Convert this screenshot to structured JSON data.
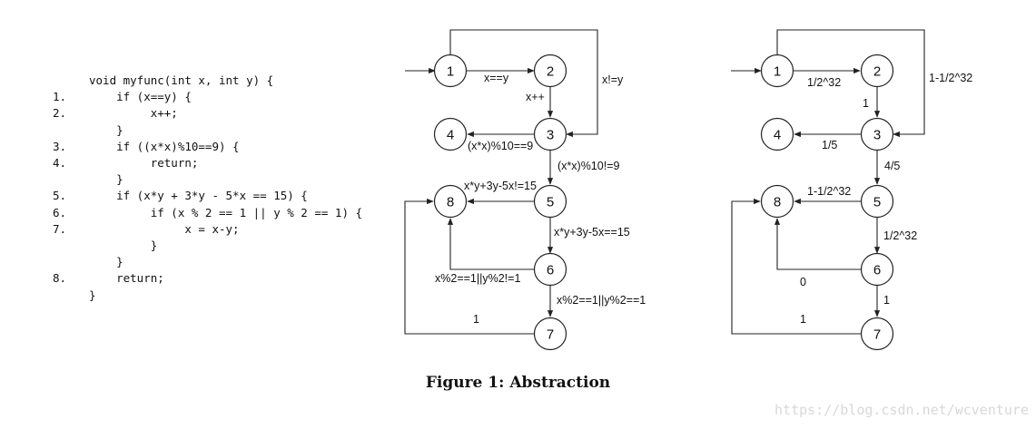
{
  "code": {
    "lines": [
      {
        "num": "",
        "text": "void myfunc(int x, int y) {"
      },
      {
        "num": "1.",
        "text": "    if (x==y) {"
      },
      {
        "num": "2.",
        "text": "         x++;"
      },
      {
        "num": "",
        "text": "    }"
      },
      {
        "num": "3.",
        "text": "    if ((x*x)%10==9) {"
      },
      {
        "num": "4.",
        "text": "         return;"
      },
      {
        "num": "",
        "text": "    }"
      },
      {
        "num": "5.",
        "text": "    if (x*y + 3*y - 5*x == 15) {"
      },
      {
        "num": "6.",
        "text": "         if (x % 2 == 1 || y % 2 == 1) {"
      },
      {
        "num": "7.",
        "text": "              x = x-y;"
      },
      {
        "num": "",
        "text": "         }"
      },
      {
        "num": "",
        "text": "    }"
      },
      {
        "num": "8.",
        "text": "    return;"
      },
      {
        "num": "",
        "text": "}"
      }
    ]
  },
  "graph_left": {
    "nodes": {
      "n1": "1",
      "n2": "2",
      "n3": "3",
      "n4": "4",
      "n5": "5",
      "n6": "6",
      "n7": "7",
      "n8": "8"
    },
    "edge_labels": {
      "e12": "x==y",
      "e1_3": "x!=y",
      "e23": "x++",
      "e34": "(x*x)%10==9",
      "e35": "(x*x)%10!=9",
      "e58": "x*y+3y-5x!=15",
      "e56": "x*y+3y-5x==15",
      "e68": "x%2==1||y%2!=1",
      "e67": "x%2==1||y%2==1",
      "e78": "1"
    }
  },
  "graph_right": {
    "nodes": {
      "n1": "1",
      "n2": "2",
      "n3": "3",
      "n4": "4",
      "n5": "5",
      "n6": "6",
      "n7": "7",
      "n8": "8"
    },
    "edge_labels": {
      "e12": "1/2^32",
      "e1_3": "1-1/2^32",
      "e23": "1",
      "e34": "1/5",
      "e35": "4/5",
      "e58": "1-1/2^32",
      "e56": "1/2^32",
      "e68": "0",
      "e67": "1",
      "e78": "1"
    }
  },
  "caption": "Figure 1: Abstraction",
  "watermark": "https://blog.csdn.net/wcventure"
}
